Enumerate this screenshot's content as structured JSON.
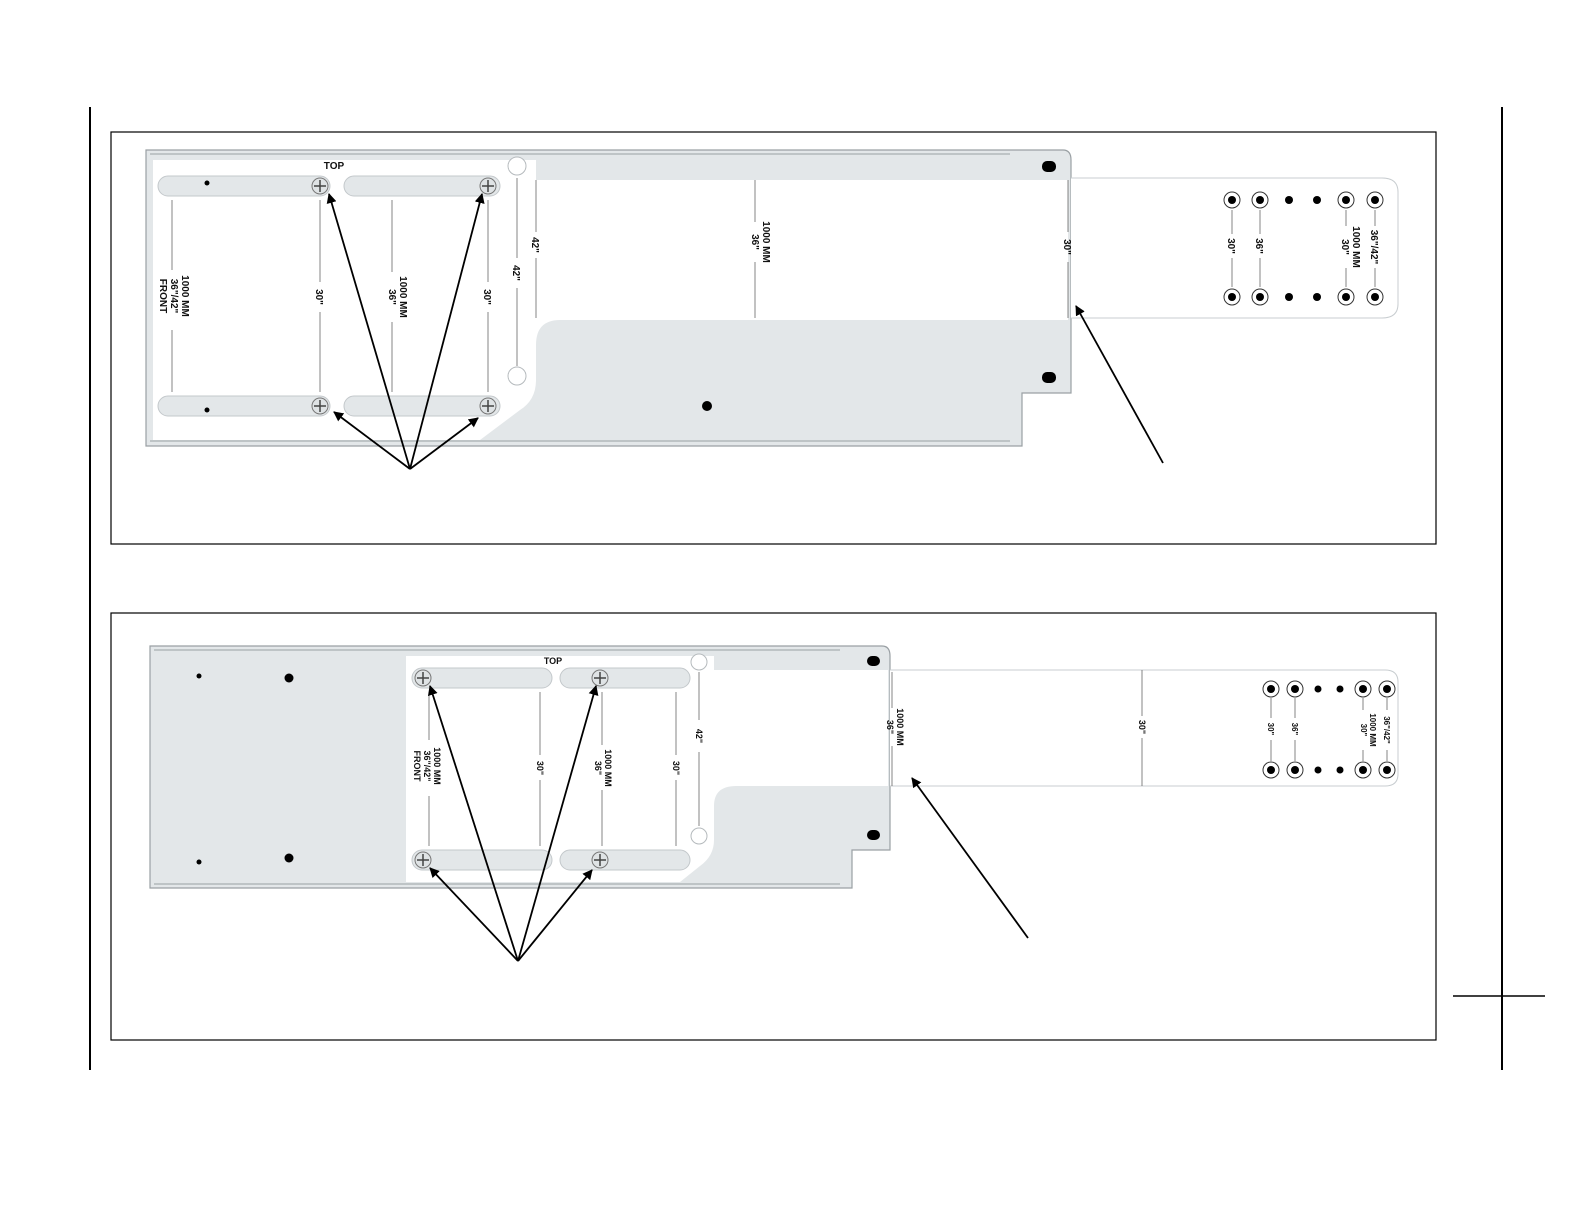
{
  "figures": [
    {
      "id": "rail-36in",
      "top_label": "TOP",
      "front_label": [
        "1000 MM",
        "36\"/42\"",
        "FRONT"
      ],
      "dim_30_a": "30\"",
      "dim_1000_36": [
        "1000 MM",
        "36\""
      ],
      "dim_30_b": "30\"",
      "dim_42_a": "42\"",
      "dim_42_b": "42\"",
      "dim_1000_36_mid": [
        "1000 MM",
        "36\""
      ],
      "dim_30_end": "30\"",
      "tail_labels": [
        "30\"",
        "36\"",
        "1000 MM",
        "30\"",
        "36\"/42\""
      ]
    },
    {
      "id": "rail-30in",
      "top_label": "TOP",
      "front_label": [
        "1000 MM",
        "36\"/42\"",
        "FRONT"
      ],
      "dim_30_a": "30\"",
      "dim_1000_36": [
        "1000 MM",
        "36\""
      ],
      "dim_30_b": "30\"",
      "dim_42_a": "42\"",
      "dim_1000_36_end": [
        "1000 MM",
        "36\""
      ],
      "dim_30_mid": "30\"",
      "tail_labels": [
        "30\"",
        "36\"",
        "1000 MM",
        "30\"",
        "36\"/42\""
      ]
    }
  ],
  "colors": {
    "rail": "#e3e7e9",
    "rail_edge": "#9aa0a4",
    "line": "#000000",
    "hole": "#000000"
  }
}
